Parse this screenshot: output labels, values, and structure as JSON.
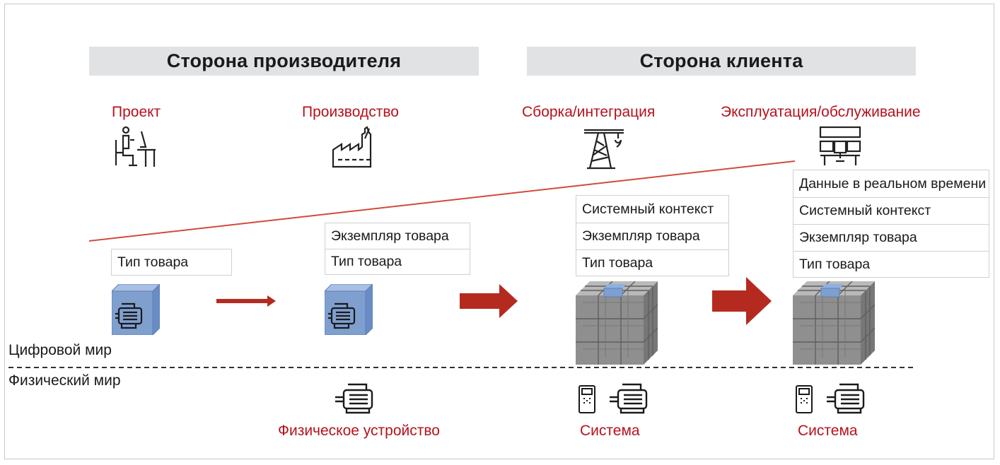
{
  "headers": {
    "manufacturer": "Сторона производителя",
    "client": "Сторона клиента"
  },
  "stages": {
    "project": "Проект",
    "production": "Производство",
    "assembly": "Сборка/интеграция",
    "operation": "Эксплуатация/обслуживание"
  },
  "stacks": {
    "stage1": [
      "Тип товара"
    ],
    "stage2": [
      "Экземпляр товара",
      "Тип товара"
    ],
    "stage3": [
      "Системный контекст",
      "Экземпляр товара",
      "Тип товара"
    ],
    "stage4": [
      "Данные в реальном времени",
      "Системный контекст",
      "Экземпляр товара",
      "Тип товара"
    ]
  },
  "worlds": {
    "digital": "Цифровой мир",
    "physical": "Физический мир"
  },
  "bottom_labels": {
    "device": "Физическое устройство",
    "system1": "Система",
    "system2": "Система"
  },
  "colors": {
    "accent_red": "#b5121b",
    "arrow_red": "#b52a1f",
    "cube_blue": "#7f9fcf",
    "header_gray": "#e1e2e4"
  }
}
